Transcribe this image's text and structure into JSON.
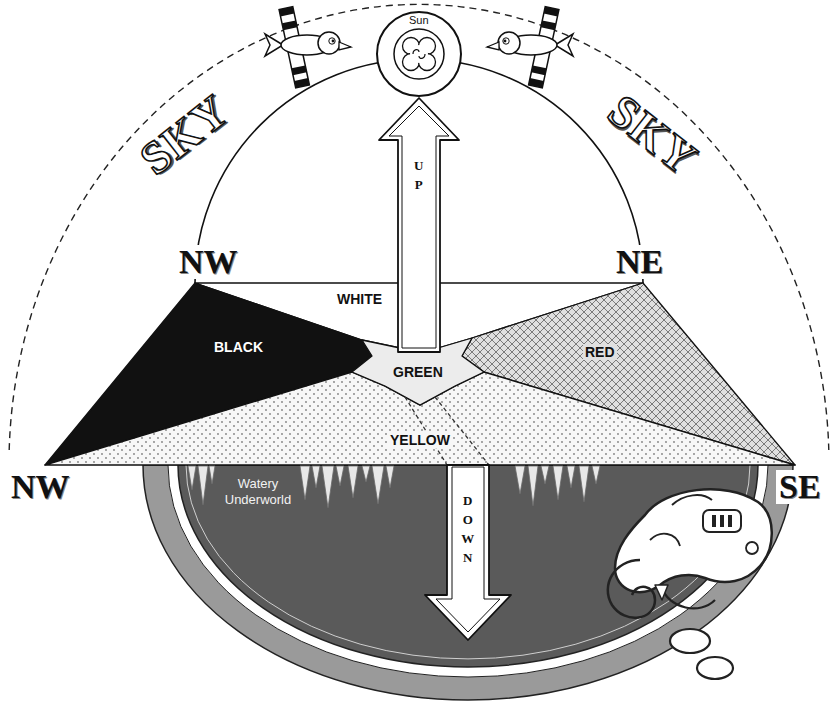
{
  "diagram": {
    "nodes": [
      {
        "text": [
          "Sun"
        ]
      },
      {
        "text": [
          "UP"
        ]
      },
      {
        "text": [
          "WHITE"
        ]
      },
      {
        "text": [
          "BLACK"
        ]
      },
      {
        "text": [
          "GREEN"
        ]
      },
      {
        "text": [
          "RED"
        ]
      },
      {
        "text": [
          "YELLOW"
        ]
      },
      {
        "text": [
          "Watery Underworld"
        ]
      },
      {
        "text": [
          "DOWN"
        ]
      }
    ],
    "labels": [
      "SKY",
      "SKY",
      "NW",
      "NE",
      "NW",
      "SE"
    ]
  }
}
